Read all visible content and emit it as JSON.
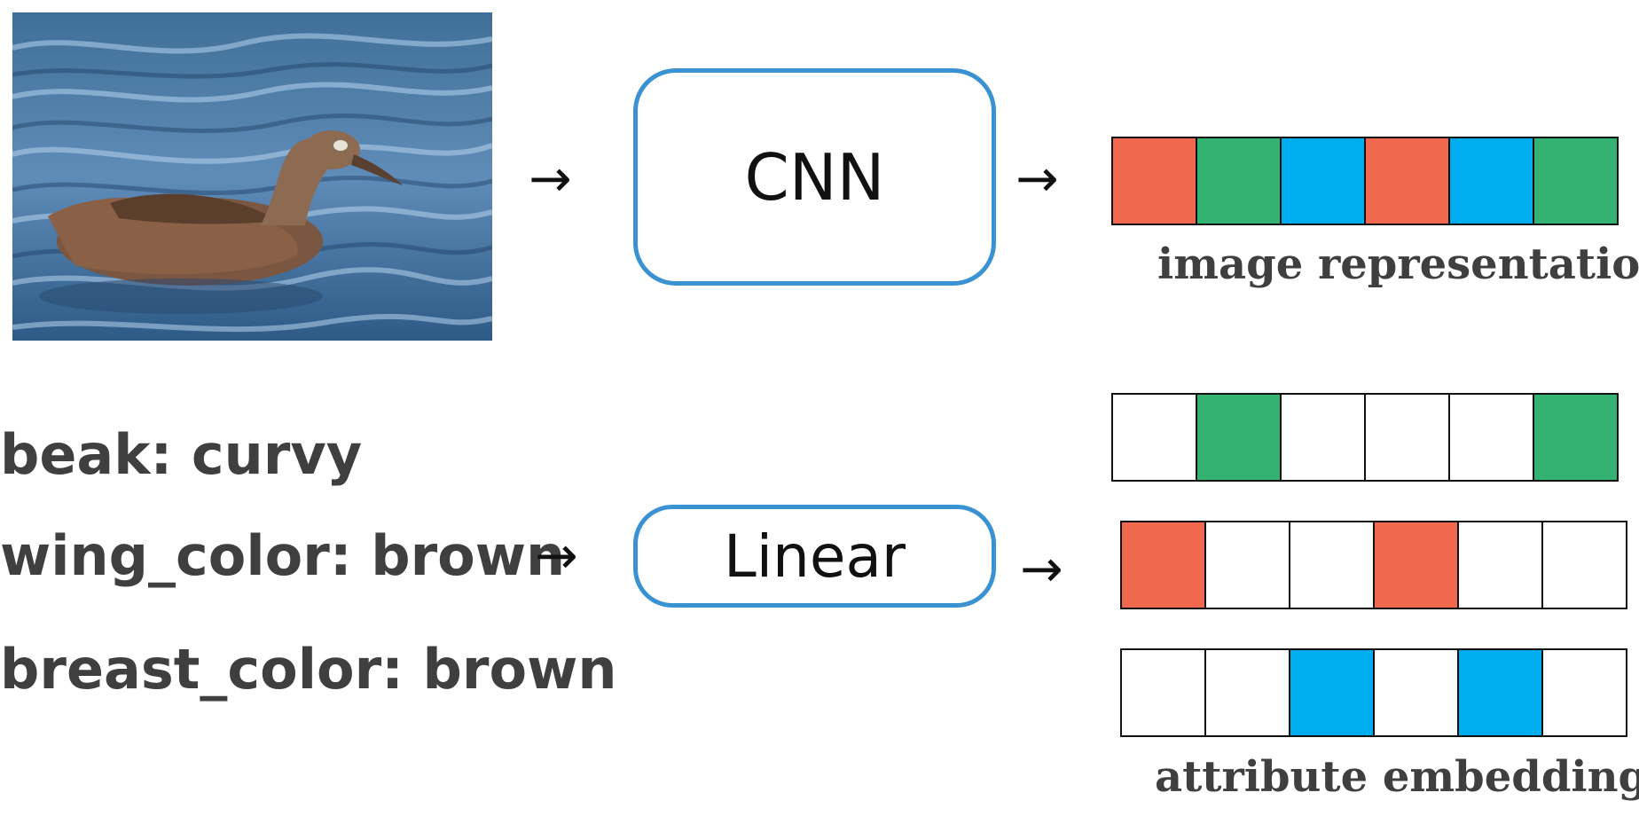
{
  "photo": {
    "icon": "albatross-on-water-photo"
  },
  "arrows": {
    "glyph": "→"
  },
  "models": {
    "cnn_label": "CNN",
    "linear_label": "Linear",
    "border_color": "#3a92d2"
  },
  "colors": {
    "red": "#f0694e",
    "green": "#33b271",
    "blue": "#00aeef",
    "empty": "#ffffff"
  },
  "image_representation": {
    "caption": "image representation",
    "cells": [
      "red",
      "green",
      "blue",
      "red",
      "blue",
      "green"
    ]
  },
  "attribute_embeddings": {
    "caption": "attribute embeddings",
    "vectors": [
      [
        "empty",
        "green",
        "empty",
        "empty",
        "empty",
        "green"
      ],
      [
        "red",
        "empty",
        "empty",
        "red",
        "empty",
        "empty"
      ],
      [
        "empty",
        "empty",
        "blue",
        "empty",
        "blue",
        "empty"
      ]
    ]
  },
  "attributes": [
    "beak: curvy",
    "wing_color: brown",
    "breast_color: brown"
  ]
}
